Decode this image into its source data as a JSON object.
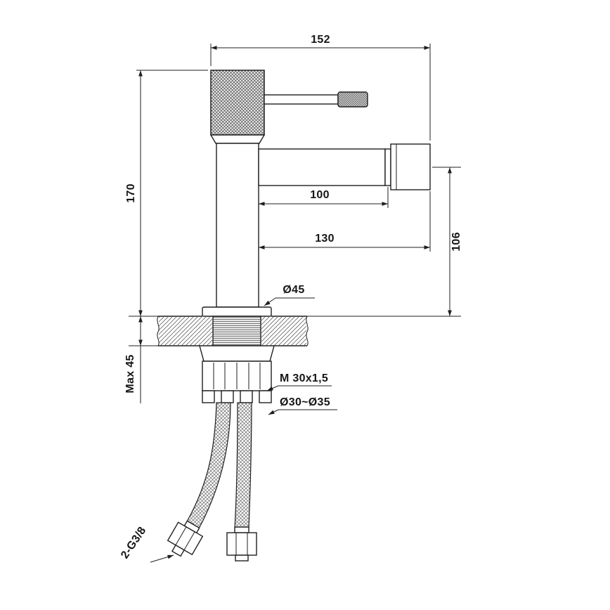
{
  "page": {
    "background": "#ffffff",
    "line_color": "#1f1f1f"
  },
  "drawing": {
    "subject": "single-hole bidet mixer faucet, side elevation technical dimension drawing",
    "labels": {
      "width_total": "152",
      "height_body": "170",
      "spout_reach": "100",
      "reach_total": "130",
      "spout_height": "106",
      "base_diameter": "Ø45",
      "deck_max": "Max 45",
      "shank_thread": "M 30x1,5",
      "hole_range": "Ø30~Ø35",
      "hose_thread": "2-G3/8"
    }
  }
}
